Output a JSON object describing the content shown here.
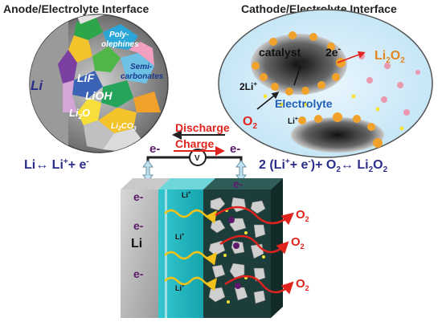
{
  "titles": {
    "anode": "Anode/Electrolyte Interface",
    "cathode": "Cathode/Electrolyte Interface"
  },
  "anode_sei": {
    "li": "Li",
    "lif": "LiF",
    "lioh": "LiOH",
    "li2o": "Li",
    "li2o_sub": "2",
    "li2o_end": "O",
    "li2co3": "Li",
    "li2co3_sub": "2",
    "li2co3_mid": "CO",
    "li2co3_sub2": "3",
    "polyolefines_1": "Poly-",
    "polyolefines_2": "olephines",
    "semicarb_1": "Semi-",
    "semicarb_2": "carbonates"
  },
  "cathode_detail": {
    "catalyst": "catalyst",
    "two_e": "2e",
    "two_li": "2Li",
    "electrolyte": "Electrolyte",
    "li_plus": "Li",
    "o2": "O",
    "o2_sub": "2",
    "li2o2": "Li",
    "li2o2_sub": "2",
    "li2o2_o": "O",
    "li2o2_sub2": "2"
  },
  "circuit": {
    "discharge": "Discharge",
    "charge": "Charge",
    "voltmeter": "V",
    "e_left": "e-",
    "e_right": "e-"
  },
  "equations": {
    "anode": "Li↔ Li",
    "anode_plus": "+",
    "anode_end": "+ e",
    "anode_minus": "-",
    "cathode_1": "2 (Li",
    "cathode_2": "+ e",
    "cathode_3": ")+ O",
    "cathode_4": "↔ Li",
    "cathode_5": "O"
  },
  "cell": {
    "anode_label": "Li",
    "electron": "e-",
    "li_ion": "Li",
    "o2": "O",
    "o2_sub": "2"
  },
  "colors": {
    "red": "#e0231c",
    "navy": "#2b2d8a",
    "teal": "#20b7bf",
    "dark_teal": "#1d3d3b",
    "orange": "#f0a22a"
  }
}
